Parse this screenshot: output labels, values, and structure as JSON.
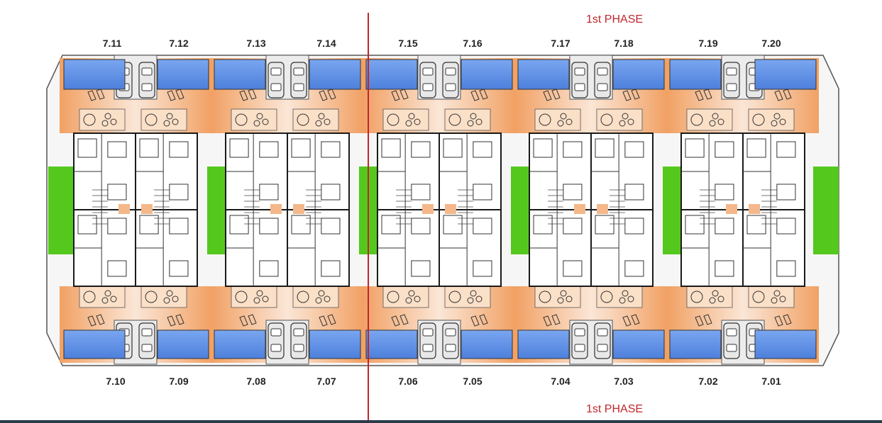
{
  "phase_label_top": "1st PHASE",
  "phase_label_bottom": "1st PHASE",
  "colors": {
    "phase_line": "#c0272d",
    "terrace": "#f4b88a",
    "pool": "#5b8fe6",
    "garden": "#55c81e",
    "wall": "#1a1a1a"
  },
  "top_units": [
    "7.11",
    "7.12",
    "7.13",
    "7.14",
    "7.15",
    "7.16",
    "7.17",
    "7.18",
    "7.19",
    "7.20"
  ],
  "bottom_units": [
    "7.10",
    "7.09",
    "7.08",
    "7.07",
    "7.06",
    "7.05",
    "7.04",
    "7.03",
    "7.02",
    "7.01"
  ]
}
